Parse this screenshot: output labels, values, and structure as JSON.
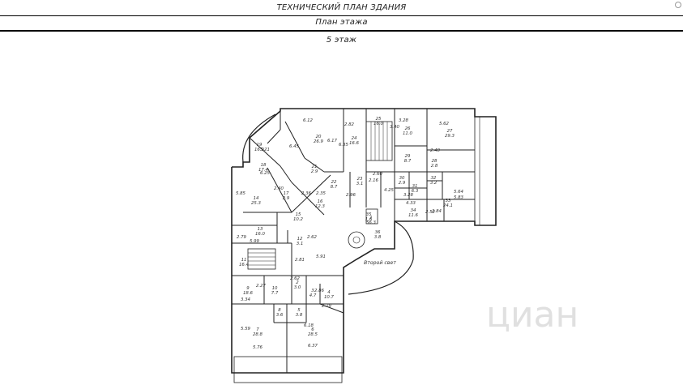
{
  "header": {
    "title": "ТЕХНИЧЕСКИЙ ПЛАН ЗДАНИЯ",
    "subtitle": "План этажа",
    "floor": "5 этаж"
  },
  "annotations": {
    "second_light": "Второй свет"
  },
  "watermark": "циан",
  "rooms": [
    {
      "num": "1",
      "area": "56.3"
    },
    {
      "num": "2",
      "area": "3.0"
    },
    {
      "num": "3",
      "area": "4.7"
    },
    {
      "num": "4",
      "area": "10.7"
    },
    {
      "num": "5",
      "area": "3.8"
    },
    {
      "num": "6",
      "area": "28.5"
    },
    {
      "num": "7",
      "area": "28.8"
    },
    {
      "num": "8",
      "area": "3.6"
    },
    {
      "num": "9",
      "area": "18.6"
    },
    {
      "num": "10",
      "area": "7.7"
    },
    {
      "num": "11",
      "area": "16.4"
    },
    {
      "num": "12",
      "area": "3.1"
    },
    {
      "num": "13",
      "area": "16.0"
    },
    {
      "num": "14",
      "area": "25.3"
    },
    {
      "num": "15",
      "area": "10.2"
    },
    {
      "num": "16",
      "area": "12.3"
    },
    {
      "num": "17",
      "area": "2.9"
    },
    {
      "num": "18",
      "area": "17.4"
    },
    {
      "num": "19",
      "area": "16.9"
    },
    {
      "num": "20",
      "area": "26.9"
    },
    {
      "num": "21",
      "area": "2.9"
    },
    {
      "num": "22",
      "area": "8.7"
    },
    {
      "num": "23",
      "area": "3.1"
    },
    {
      "num": "24",
      "area": "16.6"
    },
    {
      "num": "25",
      "area": "16.0"
    },
    {
      "num": "26",
      "area": "11.0"
    },
    {
      "num": "27",
      "area": "29.3"
    },
    {
      "num": "28",
      "area": "2.8"
    },
    {
      "num": "29",
      "area": "8.7"
    },
    {
      "num": "30",
      "area": "2.9"
    },
    {
      "num": "31",
      "area": "6.3"
    },
    {
      "num": "32",
      "area": "3.2"
    },
    {
      "num": "33",
      "area": "24.1"
    },
    {
      "num": "34",
      "area": "11.6"
    },
    {
      "num": "35",
      "area": "1.6"
    },
    {
      "num": "36",
      "area": "3.8"
    }
  ],
  "dimensions": [
    "6.12",
    "2.82",
    "3.28",
    "5.62",
    "3.40",
    "6.35",
    "6.17",
    "6.45",
    "5.21",
    "6.25",
    "5.85",
    "2.48",
    "2.60",
    "2.16",
    "4.25",
    "2.96",
    "3.28",
    "4.33",
    "5.64",
    "5.83",
    "2.36",
    "2.35",
    "2.52",
    "2.84",
    "2.79",
    "5.99",
    "2.62",
    "2.81",
    "5.91",
    "2.62",
    "2.27",
    "3.34",
    "2.86",
    "2.79",
    "5.59",
    "5.76",
    "6.18",
    "6.37",
    "2.40"
  ]
}
